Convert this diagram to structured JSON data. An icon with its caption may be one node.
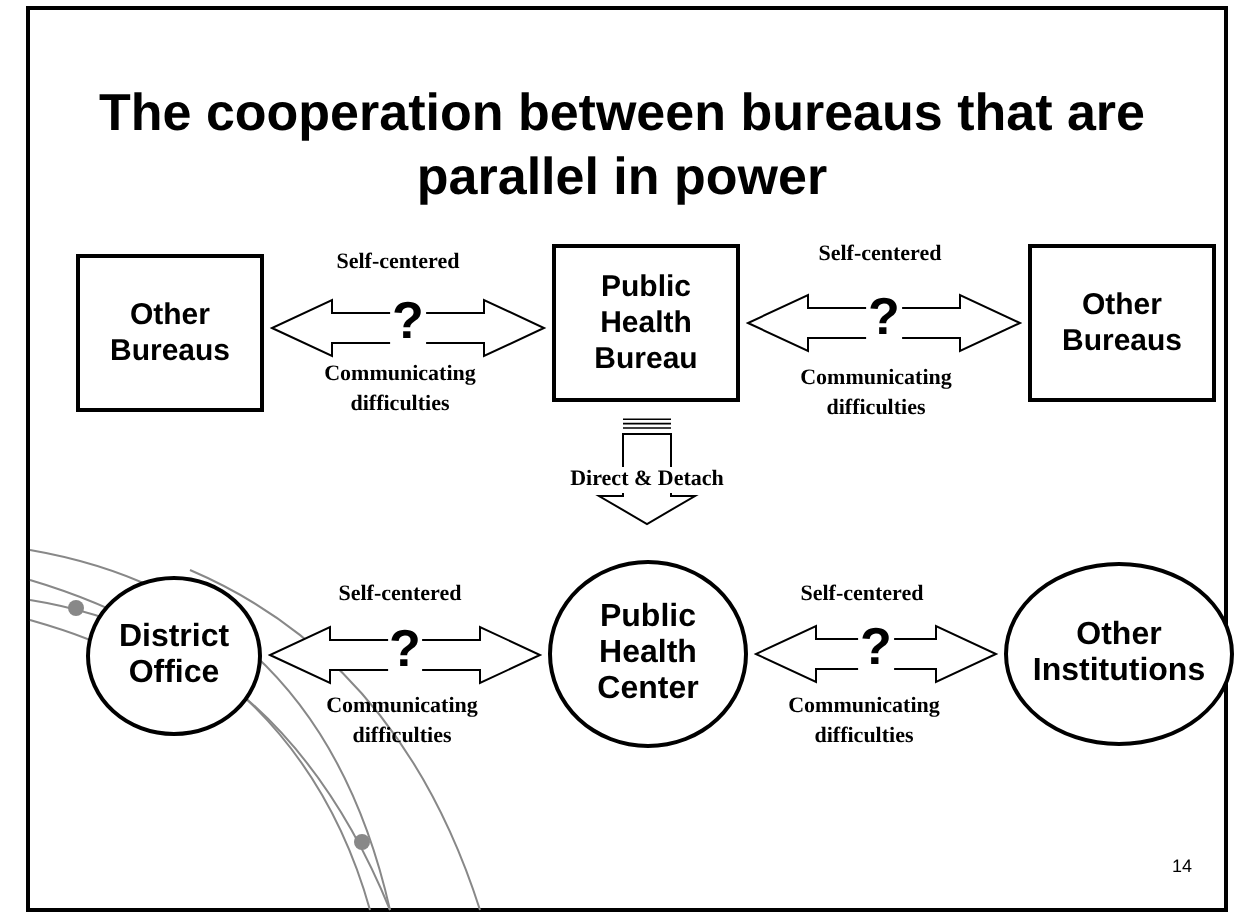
{
  "diagram": {
    "title": "The cooperation between bureaus that are parallel in power",
    "nodes": [
      {
        "text": [
          "Other Bureaus"
        ]
      },
      {
        "text": [
          "Public Health Bureau"
        ]
      },
      {
        "text": [
          "Other Bureaus"
        ]
      },
      {
        "text": [
          "District Office"
        ]
      },
      {
        "text": [
          "Public Health Center"
        ]
      },
      {
        "text": [
          "Other Institutions"
        ]
      }
    ],
    "edges": [
      {
        "from": 0,
        "to": 1,
        "arrow": "both",
        "label": "?"
      },
      {
        "from": 1,
        "to": 2,
        "arrow": "both",
        "label": "?"
      },
      {
        "from": 1,
        "to": 4,
        "arrow": "to",
        "label": "Direct & Detach"
      },
      {
        "from": 3,
        "to": 4,
        "arrow": "both",
        "label": "?"
      },
      {
        "from": 4,
        "to": 5,
        "arrow": "both",
        "label": "?"
      }
    ],
    "labels": [
      "Self-centered",
      "Communicating difficulties",
      "Self-centered",
      "Communicating difficulties",
      "Self-centered",
      "Communicating difficulties",
      "Self-centered",
      "Communicating difficulties",
      "14"
    ]
  }
}
